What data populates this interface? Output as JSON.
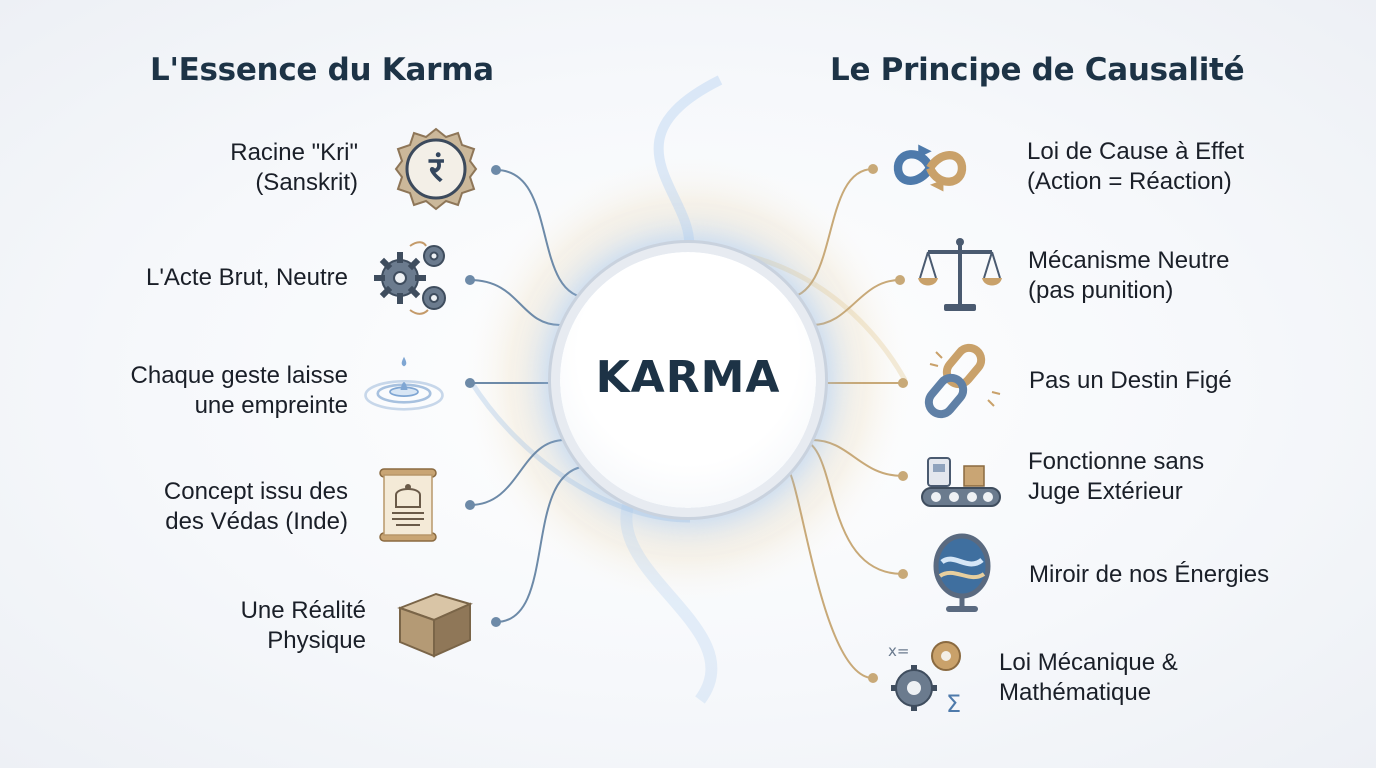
{
  "left_column": {
    "title": "L'Essence du Karma",
    "items": [
      {
        "lines": [
          "Racine \"Kri\"",
          "(Sanskrit)"
        ],
        "icon": "sanskrit-ram-medallion-icon"
      },
      {
        "lines": [
          "L'Acte Brut, Neutre"
        ],
        "icon": "gears-icon"
      },
      {
        "lines": [
          "Chaque geste laisse",
          "une empreinte"
        ],
        "icon": "water-drop-ripple-icon"
      },
      {
        "lines": [
          "Concept issu des",
          "des Védas (Inde)"
        ],
        "icon": "scroll-temple-icon"
      },
      {
        "lines": [
          "Une Réalité",
          "Physique"
        ],
        "icon": "cube-icon"
      }
    ]
  },
  "center": {
    "title": "KARMA"
  },
  "right_column": {
    "title": "Le Principe de Causalité",
    "items": [
      {
        "lines": [
          "Loi de Cause à Effet",
          "(Action = Réaction)"
        ],
        "icon": "cycle-arrows-icon"
      },
      {
        "lines": [
          "Mécanisme Neutre",
          "(pas punition)"
        ],
        "icon": "balance-scale-icon"
      },
      {
        "lines": [
          "Pas un Destin Figé"
        ],
        "icon": "broken-chain-icon"
      },
      {
        "lines": [
          "Fonctionne sans",
          "Juge Extérieur"
        ],
        "icon": "conveyor-machine-icon"
      },
      {
        "lines": [
          "Miroir de nos Énergies"
        ],
        "icon": "mirror-icon"
      },
      {
        "lines": [
          "Loi Mécanique &",
          "Mathématique"
        ],
        "icon": "gear-math-icon"
      }
    ]
  },
  "icon_text": {
    "sanskrit": "रं",
    "math_x": "x=",
    "math_sigma": "Σ"
  },
  "colors": {
    "heading": "#1d3346",
    "left_connector": "#6d8aa8",
    "right_connector": "#c8a978",
    "glow": "#a9c8ee"
  }
}
